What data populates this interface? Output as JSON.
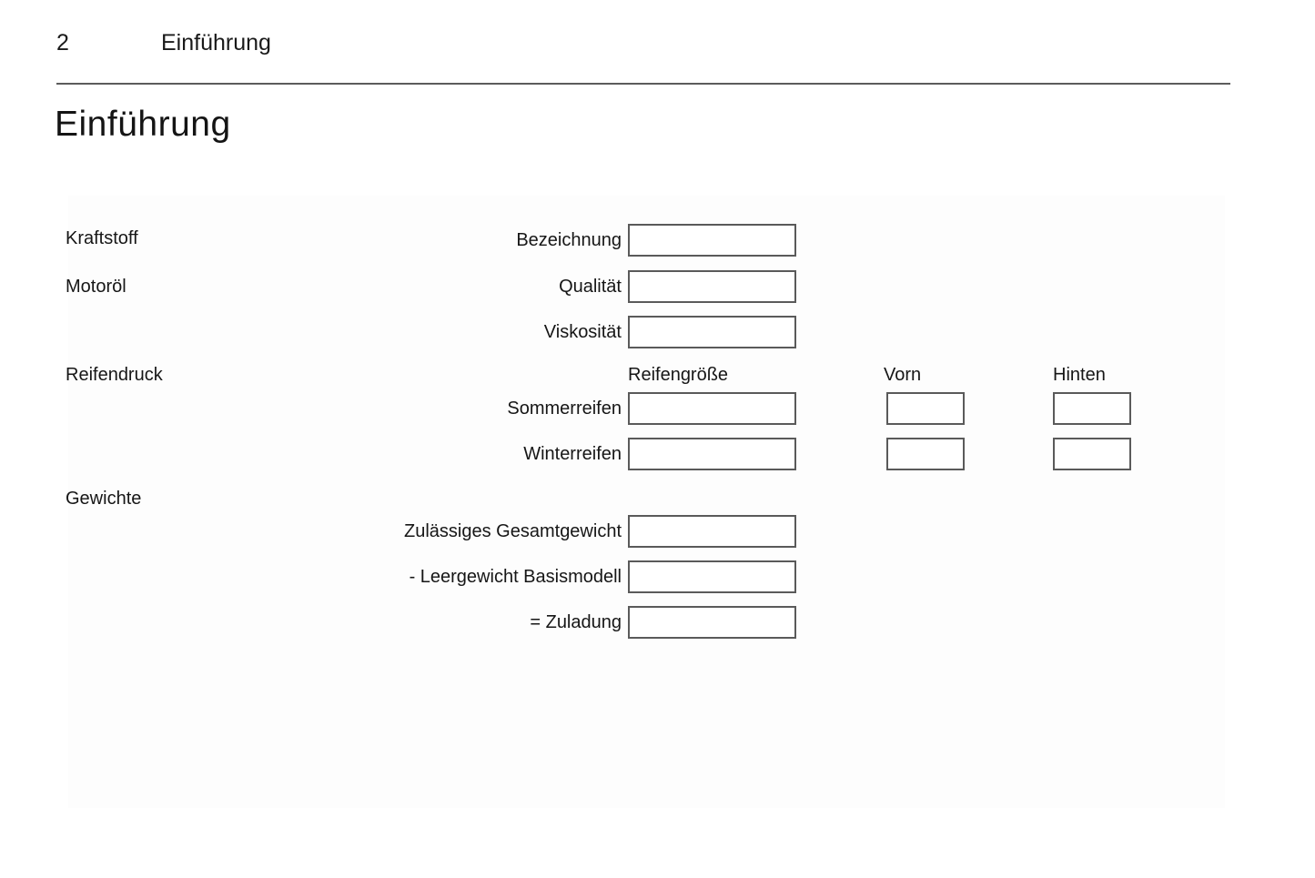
{
  "header": {
    "page_number": "2",
    "chapter_title": "Einführung"
  },
  "title": "Einführung",
  "form": {
    "kraftstoff": {
      "category": "Kraftstoff",
      "bezeichnung": {
        "label": "Bezeichnung",
        "value": ""
      }
    },
    "motoroel": {
      "category": "Motoröl",
      "qualitaet": {
        "label": "Qualität",
        "value": ""
      },
      "viskositaet": {
        "label": "Viskosität",
        "value": ""
      }
    },
    "reifendruck": {
      "category": "Reifendruck",
      "columns": {
        "size": "Reifengröße",
        "front": "Vorn",
        "rear": "Hinten"
      },
      "sommerreifen": {
        "label": "Sommerreifen",
        "size_value": "",
        "front_value": "",
        "rear_value": ""
      },
      "winterreifen": {
        "label": "Winterreifen",
        "size_value": "",
        "front_value": "",
        "rear_value": ""
      }
    },
    "gewichte": {
      "category": "Gewichte",
      "gesamtgewicht": {
        "label": "Zulässiges Gesamtgewicht",
        "value": ""
      },
      "leergewicht": {
        "label": "- Leergewicht Basismodell",
        "value": ""
      },
      "zuladung": {
        "label": "= Zuladung",
        "value": ""
      }
    }
  }
}
